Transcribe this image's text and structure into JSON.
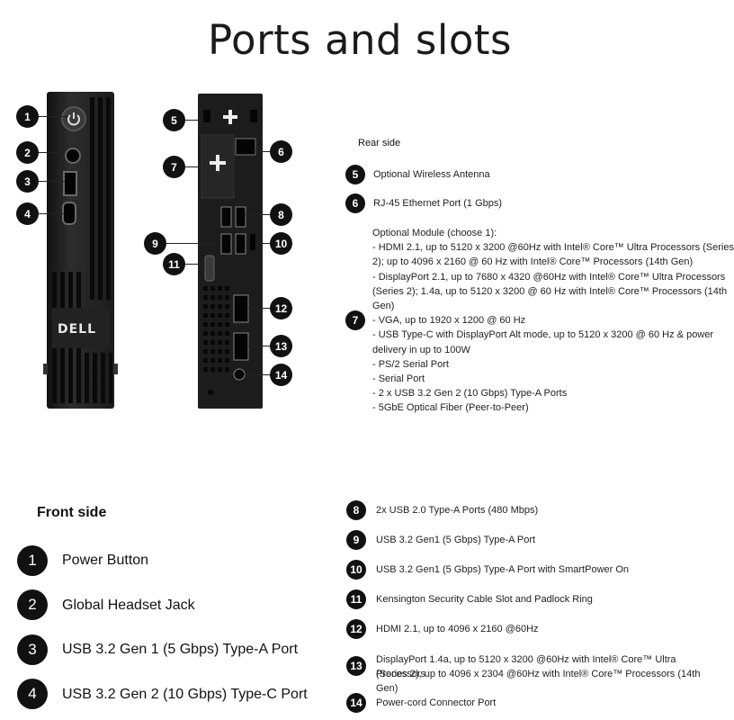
{
  "title": "Ports and slots",
  "brand_logo": "DELL",
  "rear": {
    "heading": "Rear side",
    "items": [
      {
        "num": "5",
        "label": "Optional Wireless Antenna"
      },
      {
        "num": "6",
        "label": "RJ-45 Ethernet Port (1 Gbps)"
      }
    ],
    "module": {
      "num": "7",
      "lines": [
        "Optional Module (choose 1):",
        "- HDMI 2.1, up to 5120 x 3200 @60Hz with Intel® Core™ Ultra Processors (Series",
        "2); up to 4096 x 2160 @ 60 Hz with Intel® Core™   Processors (14th Gen)",
        "- DisplayPort 2.1, up to 7680 x 4320 @60Hz with Intel® Core™ Ultra Processors",
        "(Series 2); 1.4a, up to 5120 x 3200 @ 60 Hz with Intel® Core™ Processors (14th",
        "Gen)",
        "- VGA, up to 1920 x 1200 @ 60 Hz",
        "- USB Type-C with DisplayPort Alt mode, up to 5120 x 3200 @ 60 Hz & power",
        "delivery in up to 100W",
        "- PS/2 Serial Port",
        "- Serial Port",
        "- 2 x USB 3.2 Gen 2 (10 Gbps) Type-A Ports",
        "- 5GbE Optical Fiber (Peer-to-Peer)"
      ]
    },
    "more_items": [
      {
        "num": "8",
        "lines": [
          "2x USB 2.0 Type-A Ports (480 Mbps)"
        ]
      },
      {
        "num": "9",
        "lines": [
          "USB 3.2 Gen1 (5 Gbps) Type-A Port"
        ]
      },
      {
        "num": "10",
        "lines": [
          "USB 3.2 Gen1 (5 Gbps) Type-A Port with SmartPower On"
        ]
      },
      {
        "num": "11",
        "lines": [
          "Kensington Security Cable Slot and Padlock Ring"
        ]
      },
      {
        "num": "12",
        "lines": [
          "HDMI 2.1, up to 4096 x 2160 @60Hz"
        ]
      },
      {
        "num": "13",
        "lines": [
          "DisplayPort 1.4a, up to 5120 x 3200 @60Hz with Intel® Core™ Ultra Processors",
          "(Series 2), up to 4096 x 2304 @60Hz with Intel® Core™ Processors (14th Gen)"
        ]
      },
      {
        "num": "14",
        "lines": [
          "Power-cord Connector Port"
        ]
      }
    ]
  },
  "front": {
    "heading": "Front side",
    "items": [
      {
        "num": "1",
        "label": "Power Button"
      },
      {
        "num": "2",
        "label": "Global Headset Jack"
      },
      {
        "num": "3",
        "label": "USB 3.2 Gen 1 (5 Gbps) Type-A Port"
      },
      {
        "num": "4",
        "label": "USB 3.2 Gen 2 (10 Gbps) Type-C Port"
      }
    ]
  },
  "callouts": {
    "front": [
      "1",
      "2",
      "3",
      "4"
    ],
    "rear": [
      "5",
      "6",
      "7",
      "8",
      "9",
      "10",
      "11",
      "12",
      "13",
      "14"
    ]
  },
  "icons": {
    "front_pc": "desktop-front-view-icon",
    "rear_pc": "desktop-rear-view-icon"
  },
  "colors": {
    "badge": "#111111",
    "text": "#1a1a1a"
  }
}
